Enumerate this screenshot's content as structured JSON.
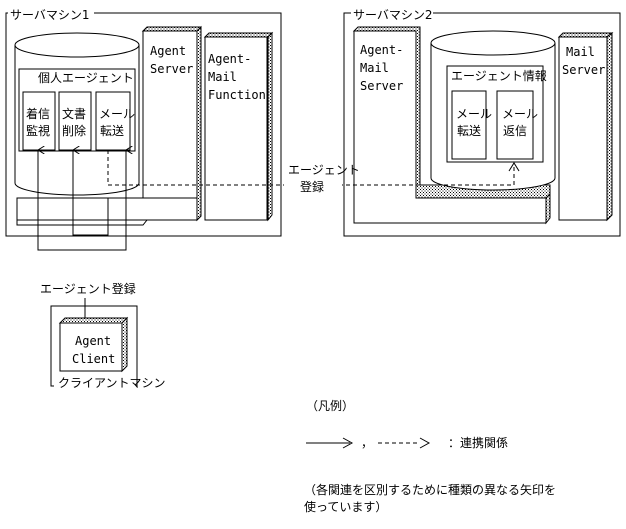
{
  "server1": {
    "title": "サーバマシン1",
    "agent_server": [
      "Agent",
      "Server"
    ],
    "agent_mail_function": [
      "Agent-",
      "Mail",
      "Function"
    ],
    "personal_agent": {
      "title": "個人エージェント",
      "modules": [
        [
          "着信",
          "監視"
        ],
        [
          "文書",
          "削除"
        ],
        [
          "メール",
          "転送"
        ]
      ]
    }
  },
  "server2": {
    "title": "サーバマシン2",
    "agent_mail_server": [
      "Agent-",
      "Mail",
      "Server"
    ],
    "mail_server": [
      "Mail",
      "Server"
    ],
    "agent_info": {
      "title": "エージェント情報",
      "modules": [
        [
          "メール",
          "転送"
        ],
        [
          "メール",
          "返信"
        ]
      ]
    }
  },
  "client": {
    "title": "クライアントマシン",
    "agent_client": [
      "Agent",
      "Client"
    ]
  },
  "labels": {
    "agent_registration_top": [
      "エージェント",
      "登録"
    ],
    "agent_registration_client": "エージェント登録"
  },
  "legend": {
    "title": "（凡例）",
    "solid_arrow": "———→",
    "separator": "，",
    "dashed_arrow": "- - - ->",
    "meaning": "：連携関係",
    "note_line1": "（各関連を区別するために種類の異なる矢印を",
    "note_line2": "使っています）"
  }
}
